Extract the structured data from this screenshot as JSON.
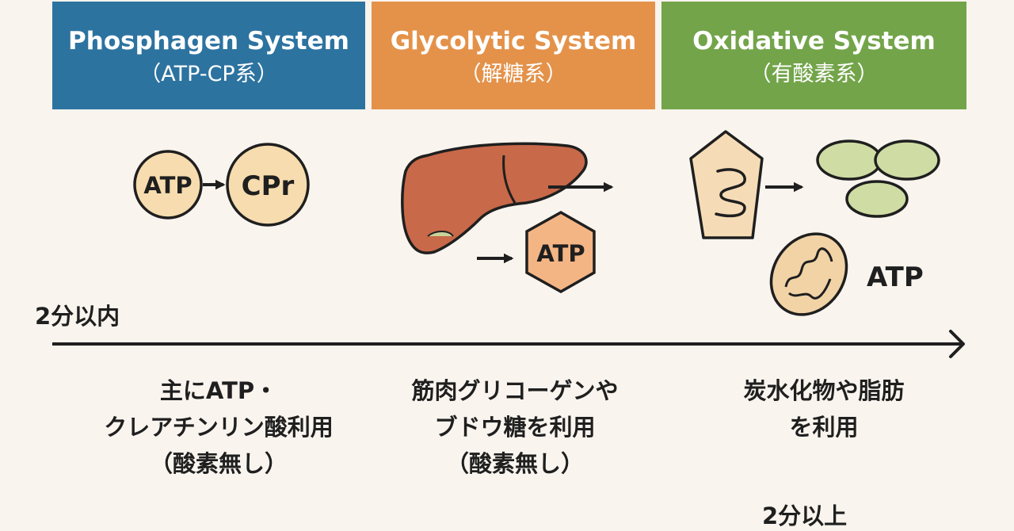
{
  "colors": {
    "background": "#f9f4ee",
    "phosphagen": "#2d73a0",
    "glycolytic": "#e4924a",
    "oxidative": "#73a44a",
    "circle_fill": "#f6dcae",
    "liver": "#c8694a",
    "hexagon": "#f4b585",
    "pentagon": "#f6dcb6",
    "oval": "#cfdca4",
    "mito": "#f1d3a6"
  },
  "systems": [
    {
      "title": "Phosphagen System",
      "subtitle": "（ATP-CP系）",
      "icon_labels": [
        "ATP",
        "CPr"
      ],
      "description": [
        "主にATP・",
        "クレアチンリン酸利用",
        "（酸素無し）"
      ]
    },
    {
      "title": "Glycolytic System",
      "subtitle": "（解糖系）",
      "icon_labels": [
        "ATP"
      ],
      "icons": [
        "liver-icon",
        "hexagon-icon"
      ],
      "description": [
        "筋肉グリコーゲンや",
        "ブドウ糖を利用",
        "（酸素無し）"
      ]
    },
    {
      "title": "Oxidative System",
      "subtitle": "（有酸素系）",
      "icon_labels": [
        "ATP"
      ],
      "icons": [
        "pentagon-icon",
        "oval-cluster-icon",
        "mitochondria-icon"
      ],
      "description": [
        "炭水化物や脂肪",
        "を利用"
      ]
    }
  ],
  "timeline": {
    "start_label": "2分以内",
    "end_label": "2分以上"
  }
}
